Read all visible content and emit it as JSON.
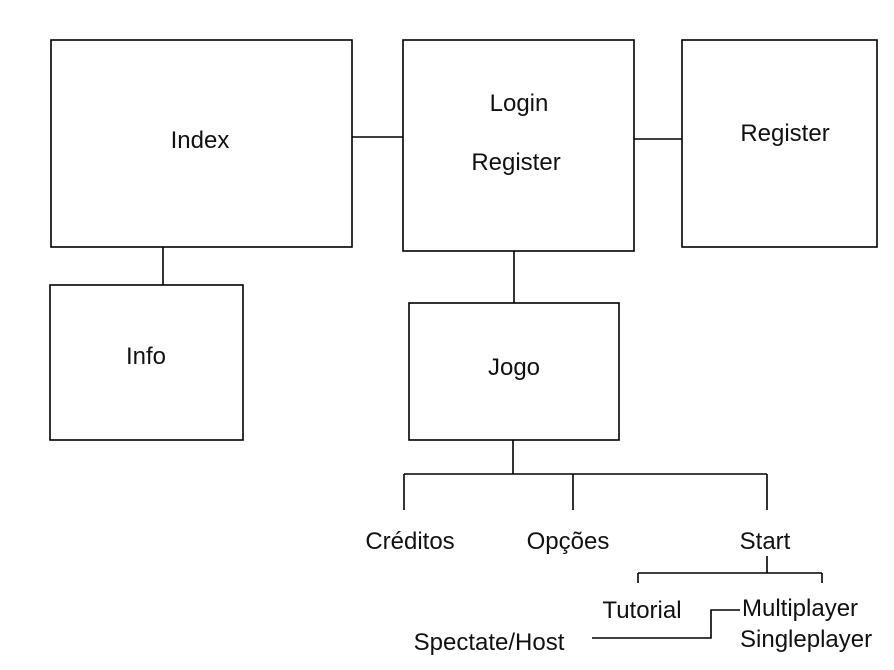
{
  "diagram": {
    "nodes": {
      "index": "Index",
      "login_line1": "Login",
      "login_line2": "Register",
      "register": "Register",
      "info": "Info",
      "jogo": "Jogo"
    },
    "menu": {
      "creditos": "Créditos",
      "opcoes": "Opções",
      "start": "Start"
    },
    "start_menu": {
      "tutorial": "Tutorial",
      "multiplayer": "Multiplayer",
      "singleplayer": "Singleplayer",
      "spectate_host": "Spectate/Host"
    }
  }
}
